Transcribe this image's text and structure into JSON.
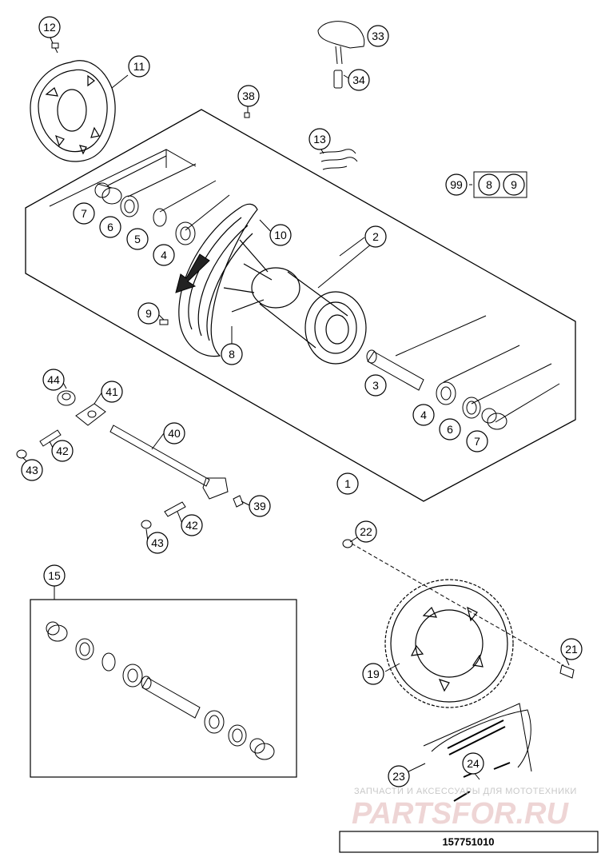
{
  "callouts": {
    "c1": "1",
    "c2": "2",
    "c3": "3",
    "c4a": "4",
    "c4b": "4",
    "c5": "5",
    "c6a": "6",
    "c6b": "6",
    "c7a": "7",
    "c7b": "7",
    "c8": "8",
    "c9": "9",
    "c10": "10",
    "c11": "11",
    "c12": "12",
    "c13": "13",
    "c15": "15",
    "c19": "19",
    "c21": "21",
    "c22": "22",
    "c23": "23",
    "c24": "24",
    "c33": "33",
    "c34": "34",
    "c38": "38",
    "c39": "39",
    "c40": "40",
    "c41": "41",
    "c42a": "42",
    "c42b": "42",
    "c43a": "43",
    "c43b": "43",
    "c44": "44"
  },
  "kit": {
    "number": "99",
    "parts": [
      "8",
      "9"
    ]
  },
  "watermark": {
    "line1": "ЗАПЧАСТИ И АКСЕССУАРЫ ДЛЯ МОТОТЕХНИКИ",
    "line2": "PARTSFOR.RU"
  },
  "drawing_number": "157751010"
}
